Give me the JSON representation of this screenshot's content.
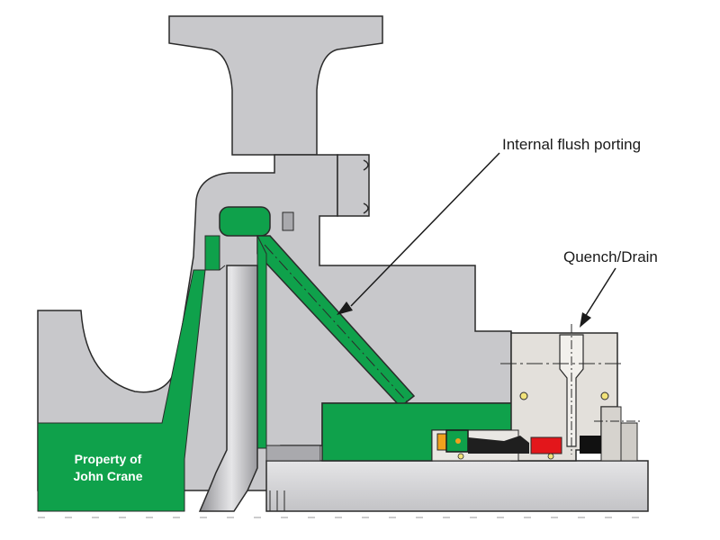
{
  "labels": {
    "flush": "Internal flush porting",
    "quench": "Quench/Drain",
    "watermark_line1": "Property of",
    "watermark_line2": "John Crane"
  },
  "colors": {
    "housing": "#c8c8cb",
    "housing_dark": "#a9a9ad",
    "shaft": "#d7d7d9",
    "seal_green": "#0fa14b",
    "gland": "#e3e0db",
    "red_face": "#e3161b",
    "outline": "#2a2a2a"
  }
}
